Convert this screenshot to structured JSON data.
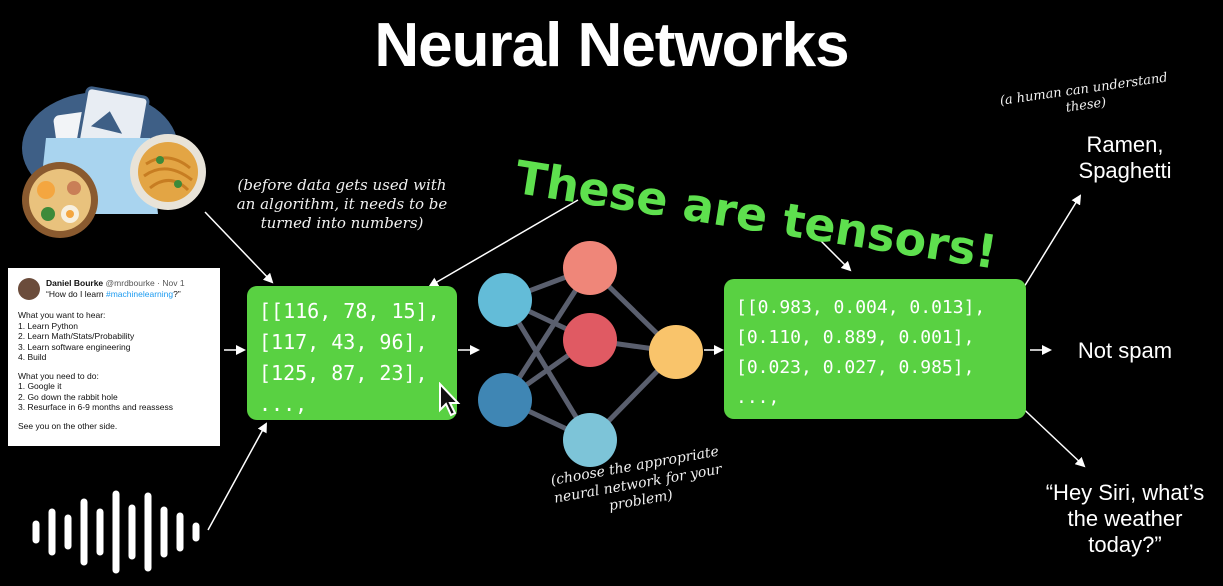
{
  "title": "Neural Networks",
  "notes": {
    "before_data": "(before data gets used with an algorithm, it needs to be turned into numbers)",
    "choose_network": "(choose the appropriate neural network for your problem)",
    "human_understand": "(a human can understand these)"
  },
  "tensor_label": "These are tensors!",
  "input_tensor": [
    "[[116, 78, 15],",
    "[117, 43, 96],",
    "[125, 87, 23],",
    "...,"
  ],
  "output_tensor": [
    "[[0.983, 0.004, 0.013],",
    "[0.110, 0.889, 0.001],",
    "[0.023, 0.027, 0.985],",
    "...,"
  ],
  "outputs": {
    "ramen": "Ramen, Spaghetti",
    "spam": "Not spam",
    "siri": "“Hey Siri, what’s the weather today?”"
  },
  "tweet": {
    "name": "Daniel Bourke",
    "handle": "@mrdbourke · Nov 1",
    "question_prefix": "“How do I learn ",
    "question_tag": "#machinelearning",
    "question_suffix": "?”",
    "want_heading": "What you want to hear:",
    "want_items": [
      "1. Learn Python",
      "2. Learn Math/Stats/Probability",
      "3. Learn software engineering",
      "4. Build"
    ],
    "need_heading": "What you need to do:",
    "need_items": [
      "1. Google it",
      "2. Go down the rabbit hole",
      "3. Resurface in 6-9 months and reassess"
    ],
    "closing": "See you on the other side."
  },
  "icons": {
    "images": "image-folder-icon",
    "food_ramen": "ramen-bowl-icon",
    "food_spaghetti": "spaghetti-bowl-icon",
    "audio": "sound-wave-icon",
    "network": "neural-network-icon",
    "cursor": "mouse-cursor-icon"
  },
  "colors": {
    "background": "#000000",
    "tensor_green": "#59d142",
    "label_green": "#5ee04e",
    "node_blue": "#63bcd8",
    "node_dark_blue": "#3f86b4",
    "node_salmon": "#ef8679",
    "node_red": "#e05a63",
    "node_yellow": "#f9c46b"
  }
}
